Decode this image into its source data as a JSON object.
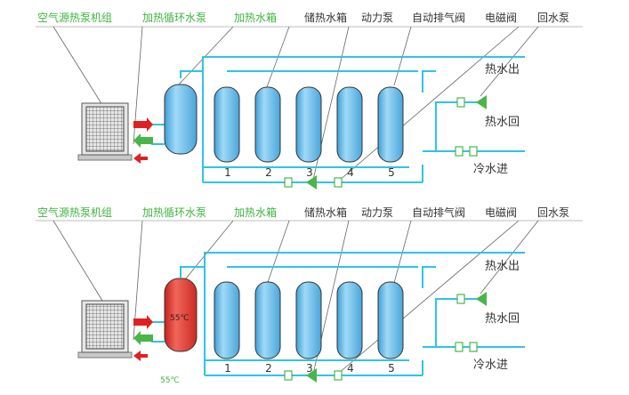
{
  "colors": {
    "pipe": "#2ec4e6",
    "tank_fill": "#7cc8ef",
    "tank_hot": "#e23b30",
    "label_green": "#3fb43f",
    "label_dark": "#333333",
    "arrow_red": "#e02020",
    "valve_green": "#49b649"
  },
  "top": {
    "labels": {
      "heat_pump": "空气源热泵机组",
      "circ_pump": "加热循环水泵",
      "heat_tank": "加热水箱",
      "storage": "储热水箱",
      "power_pump": "动力泵",
      "air_valve": "自动排气阀",
      "solenoid": "电磁阀",
      "return_pump": "回水泵"
    },
    "outlets": {
      "hot_out": "热水出",
      "hot_return": "热水回",
      "cold_in": "冷水进"
    },
    "tank_numbers": [
      "1",
      "2",
      "3",
      "4",
      "5"
    ]
  },
  "bottom": {
    "labels": {
      "heat_pump": "空气源热泵机组",
      "circ_pump": "加热循环水泵",
      "heat_tank": "加热水箱",
      "storage": "储热水箱",
      "power_pump": "动力泵",
      "air_valve": "自动排气阀",
      "solenoid": "电磁阀",
      "return_pump": "回水泵"
    },
    "outlets": {
      "hot_out": "热水出",
      "hot_return": "热水回",
      "cold_in": "冷水进"
    },
    "tank_numbers": [
      "1",
      "2",
      "3",
      "4",
      "5"
    ],
    "temp_tank": "55℃",
    "temp_below": "55℃"
  }
}
